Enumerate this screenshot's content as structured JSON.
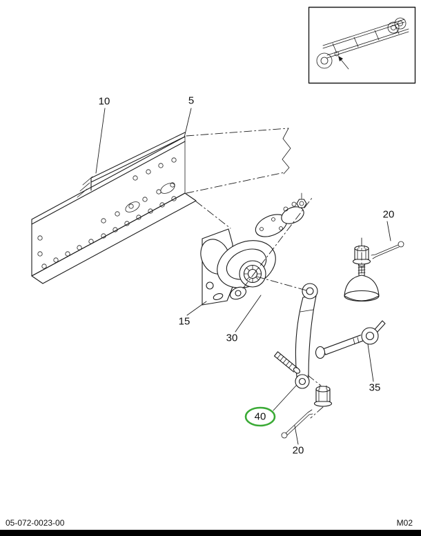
{
  "document": {
    "doc_number": "05-072-0023-00",
    "page_code": "M02"
  },
  "callouts": {
    "c10": "10",
    "c5": "5",
    "c20_top": "20",
    "c15": "15",
    "c30": "30",
    "c35": "35",
    "c40": "40",
    "c20_bottom": "20"
  },
  "highlight": {
    "selected_callout": "40",
    "ring_color": "#3aaa35"
  },
  "colors": {
    "line": "#1a1a1a",
    "background": "#ffffff",
    "footer_bar": "#000000"
  }
}
